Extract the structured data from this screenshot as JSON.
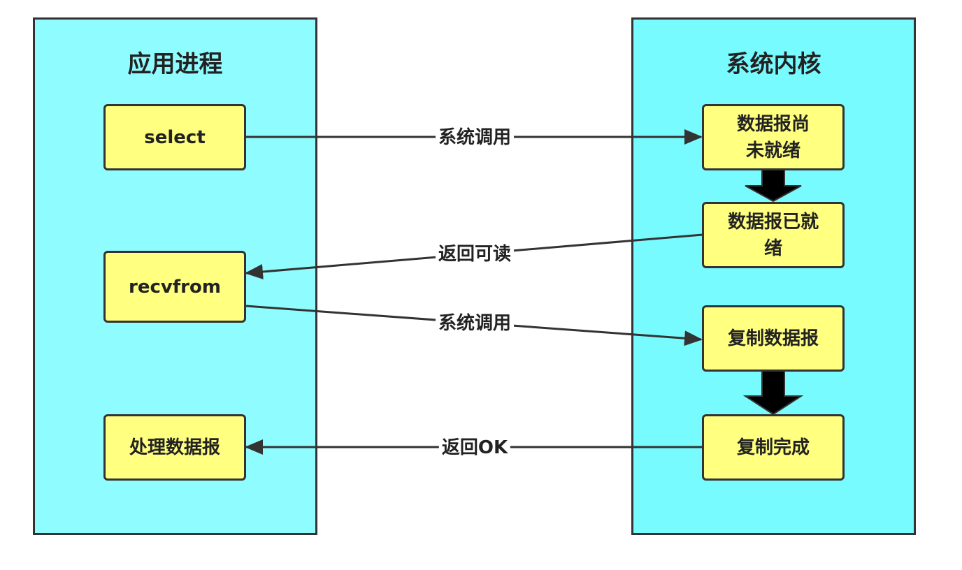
{
  "panels": {
    "app": {
      "title": "应用进程"
    },
    "kernel": {
      "title": "系统内核"
    }
  },
  "app_nodes": {
    "select": "select",
    "recvfrom": "recvfrom",
    "process": "处理数据报"
  },
  "kernel_nodes": {
    "not_ready_line1": "数据报尚",
    "not_ready_line2": "未就绪",
    "ready_line1": "数据报已就",
    "ready_line2": "绪",
    "copy": "复制数据报",
    "copy_done": "复制完成"
  },
  "edges": {
    "syscall_1": "系统调用",
    "readable": "返回可读",
    "syscall_2": "系统调用",
    "return_ok": "返回OK"
  },
  "colors": {
    "panel_app": "#8ffdff",
    "panel_kernel": "#78fbff",
    "node_fill": "#ffff80",
    "stroke": "#333333"
  }
}
